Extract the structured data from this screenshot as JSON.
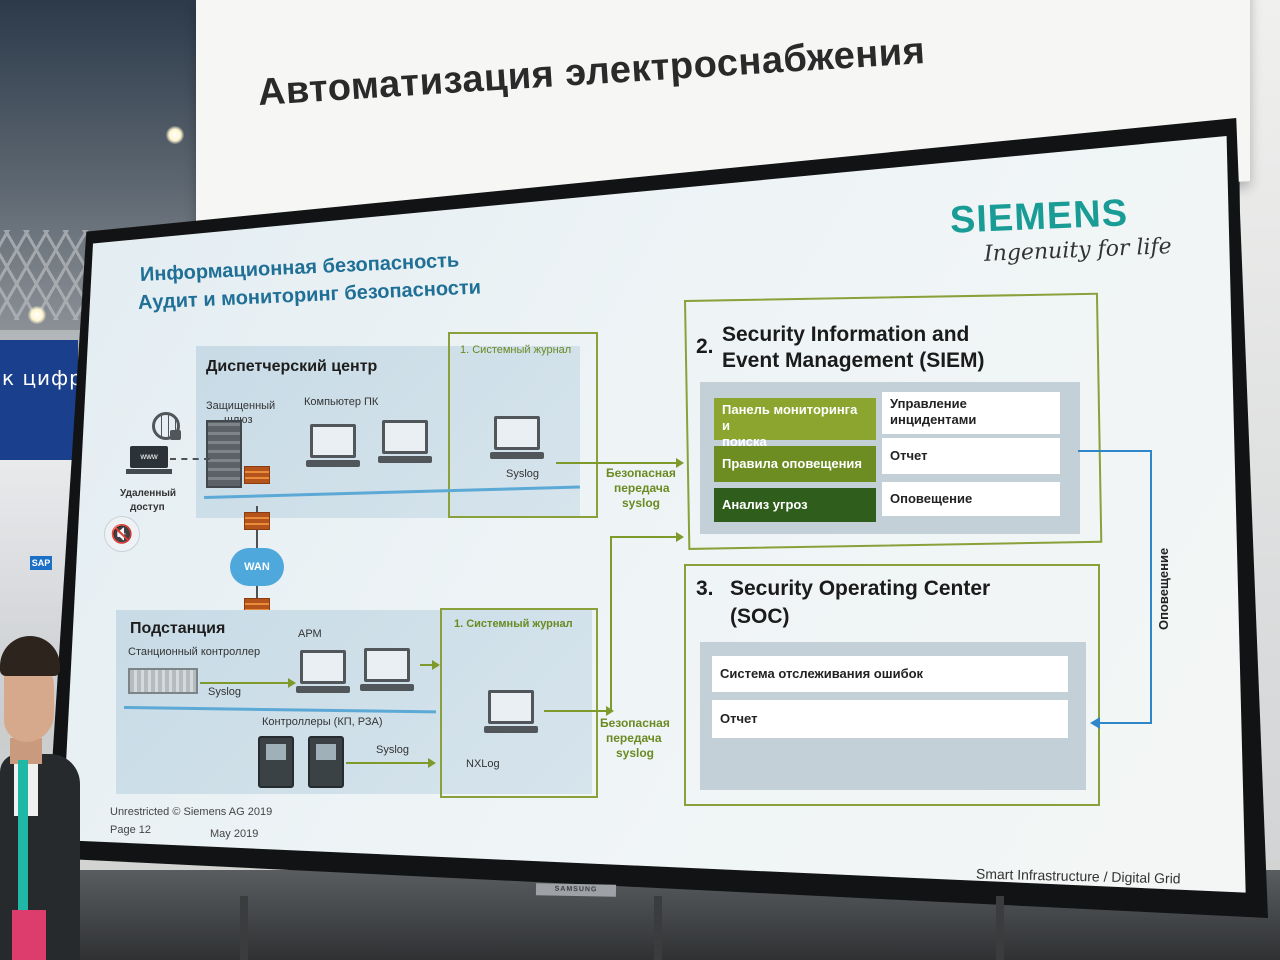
{
  "banner": {
    "title": "Автоматизация электроснабжения"
  },
  "booth": {
    "left_sign": "к цифро",
    "sap_logo": "SAP"
  },
  "tv": {
    "brand": "SAMSUNG"
  },
  "slide": {
    "logo": "SIEMENS",
    "tagline": "Ingenuity for life",
    "heading_line1": "Информационная безопасность",
    "heading_line2": "Аудит и мониторинг безопасности",
    "dispatch": {
      "title": "Диспетчерский центр",
      "gateway_line1": "Защищенный",
      "gateway_line2": "шлюз",
      "pc_label": "Компьютер ПК",
      "journal_label": "1. Системный журнал",
      "syslog_label": "Syslog",
      "remote_line1": "Удаленный",
      "remote_line2": "доступ",
      "www": "www"
    },
    "wan": "WAN",
    "secure_transfer_top": {
      "line1": "Безопасная",
      "line2": "передача",
      "line3": "syslog"
    },
    "substation": {
      "title": "Подстанция",
      "controller_label": "Станционный контроллер",
      "arm_label": "АРМ",
      "syslog_label": "Syslog",
      "controllers_label": "Контроллеры (КП, РЗА)",
      "syslog2_label": "Syslog",
      "journal_label": "1. Системный журнал",
      "nxlog_label": "NXLog"
    },
    "secure_transfer_bottom": {
      "line1": "Безопасная",
      "line2": "передача",
      "line3": "syslog"
    },
    "siem": {
      "number": "2.",
      "title_line1": "Security Information and",
      "title_line2": "Event Management (SIEM)",
      "cells": {
        "monitoring_line1": "Панель мониторинга и",
        "monitoring_line2": "поиска",
        "incidents_line1": "Управление",
        "incidents_line2": "инцидентами",
        "alert_rules": "Правила оповещения",
        "report": "Отчет",
        "threat_analysis": "Анализ угроз",
        "notification": "Оповещение"
      }
    },
    "soc": {
      "number": "3.",
      "title_line1": "Security Operating Center",
      "title_line2": "(SOC)",
      "row1": "Система отслеживания ошибок",
      "row2": "Отчет"
    },
    "side_label": "Оповещение",
    "footer": {
      "copyright": "Unrestricted © Siemens AG 2019",
      "page": "Page 12",
      "date": "May 2019",
      "division": "Smart Infrastructure / Digital Grid"
    }
  }
}
